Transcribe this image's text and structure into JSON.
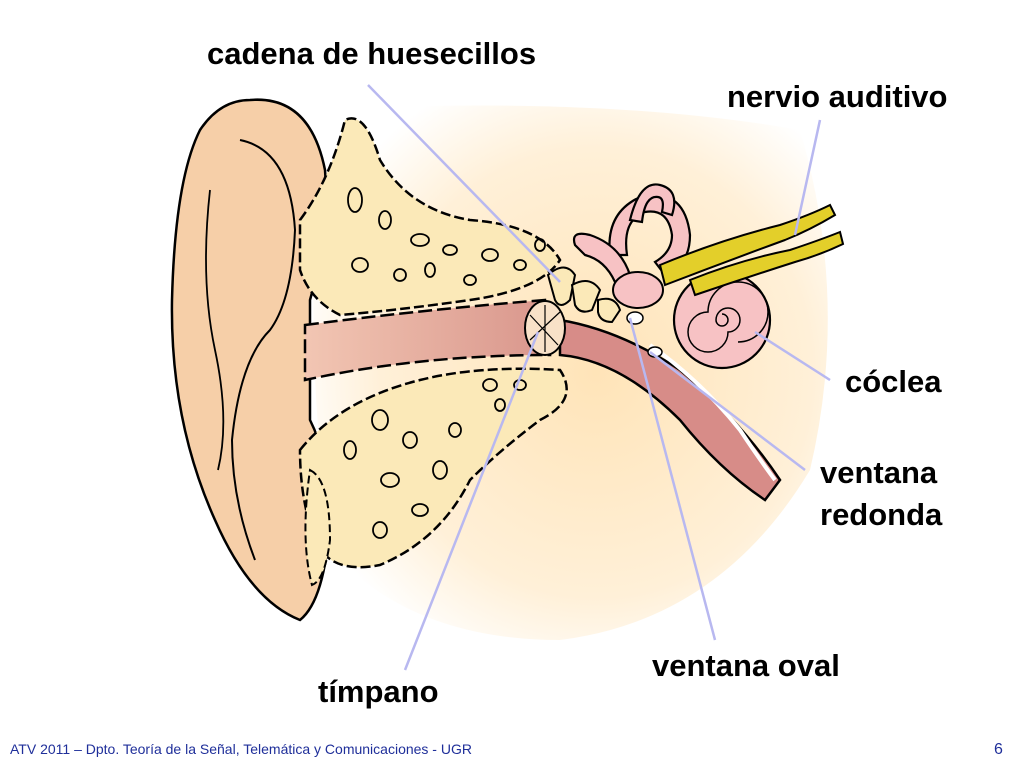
{
  "labels": {
    "ossicles": "cadena de huesecillos",
    "auditory_nerve": "nervio auditivo",
    "cochlea": "cóclea",
    "round_window_line1": "ventana",
    "round_window_line2": "redonda",
    "oval_window": "ventana oval",
    "eardrum": "tímpano"
  },
  "footer": {
    "credit": "ATV 2011 – Dpto. Teoría de la Señal, Telemática y Comunicaciones - UGR",
    "page_number": "6"
  },
  "colors": {
    "skin": "#f6cfa8",
    "bone": "#fbe9b8",
    "canal": "#e3a59a",
    "cochlea": "#f7c2c4",
    "nerve": "#e3cf2a",
    "leader_line": "#b8b8f0",
    "footer_text": "#1f2f9a"
  }
}
